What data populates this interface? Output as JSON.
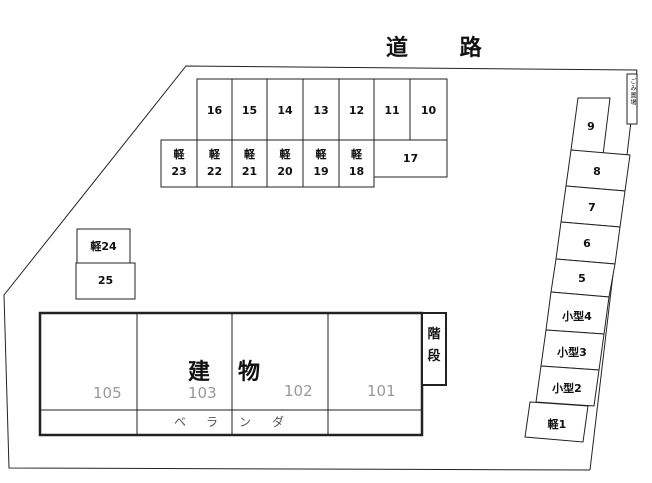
{
  "road_label": "道 路",
  "building": {
    "label_chars": [
      "建",
      "物"
    ],
    "units": [
      "105",
      "103",
      "102",
      "101"
    ],
    "veranda_chars": [
      "ベ",
      "ラ",
      "ン",
      "ダ"
    ],
    "stairs_chars": [
      "階",
      "段"
    ]
  },
  "garbage_label": "ごみ置場",
  "parking": {
    "top_row": [
      "16",
      "15",
      "14",
      "13",
      "12",
      "11",
      "10"
    ],
    "kei_prefix": "軽",
    "kei_row": [
      "23",
      "22",
      "21",
      "20",
      "19",
      "18"
    ],
    "slot17": "17",
    "left_group": [
      "軽24",
      "25"
    ],
    "right_column": [
      "9",
      "8",
      "7",
      "6",
      "5",
      "小型4",
      "小型3",
      "小型2",
      "軽1"
    ]
  }
}
